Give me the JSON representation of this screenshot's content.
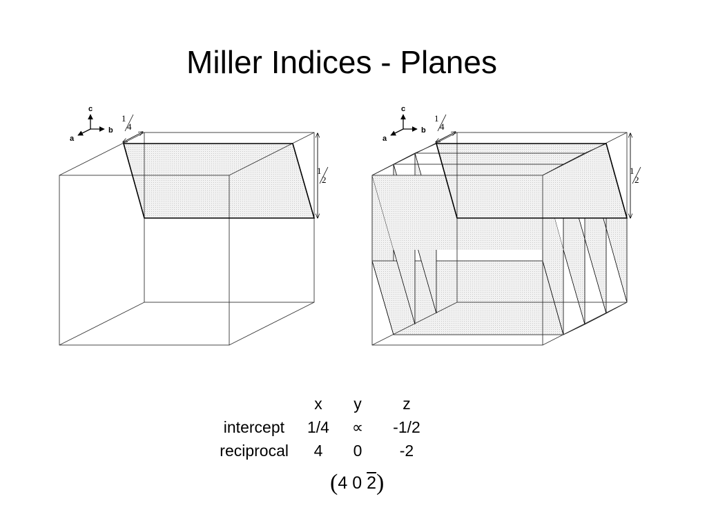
{
  "title": "Miller Indices - Planes",
  "axes_label": {
    "c": "c",
    "a": "a",
    "b": "b"
  },
  "dimension_left": {
    "top_num": "1",
    "top_den": "4",
    "side_num": "1",
    "side_den": "2"
  },
  "dimension_right": {
    "top_num": "1",
    "top_den": "4",
    "side_num": "1",
    "side_den": "2"
  },
  "table": {
    "headers": [
      "x",
      "y",
      "z"
    ],
    "rows": [
      {
        "label": "intercept",
        "values": [
          "1/4",
          "∝",
          "-1/2"
        ]
      },
      {
        "label": "reciprocal",
        "values": [
          "4",
          "0",
          "-2"
        ]
      }
    ]
  },
  "miller": {
    "open": "(",
    "h": "4",
    "k": "0",
    "l": "2",
    "close": ")",
    "l_overbar": true
  }
}
